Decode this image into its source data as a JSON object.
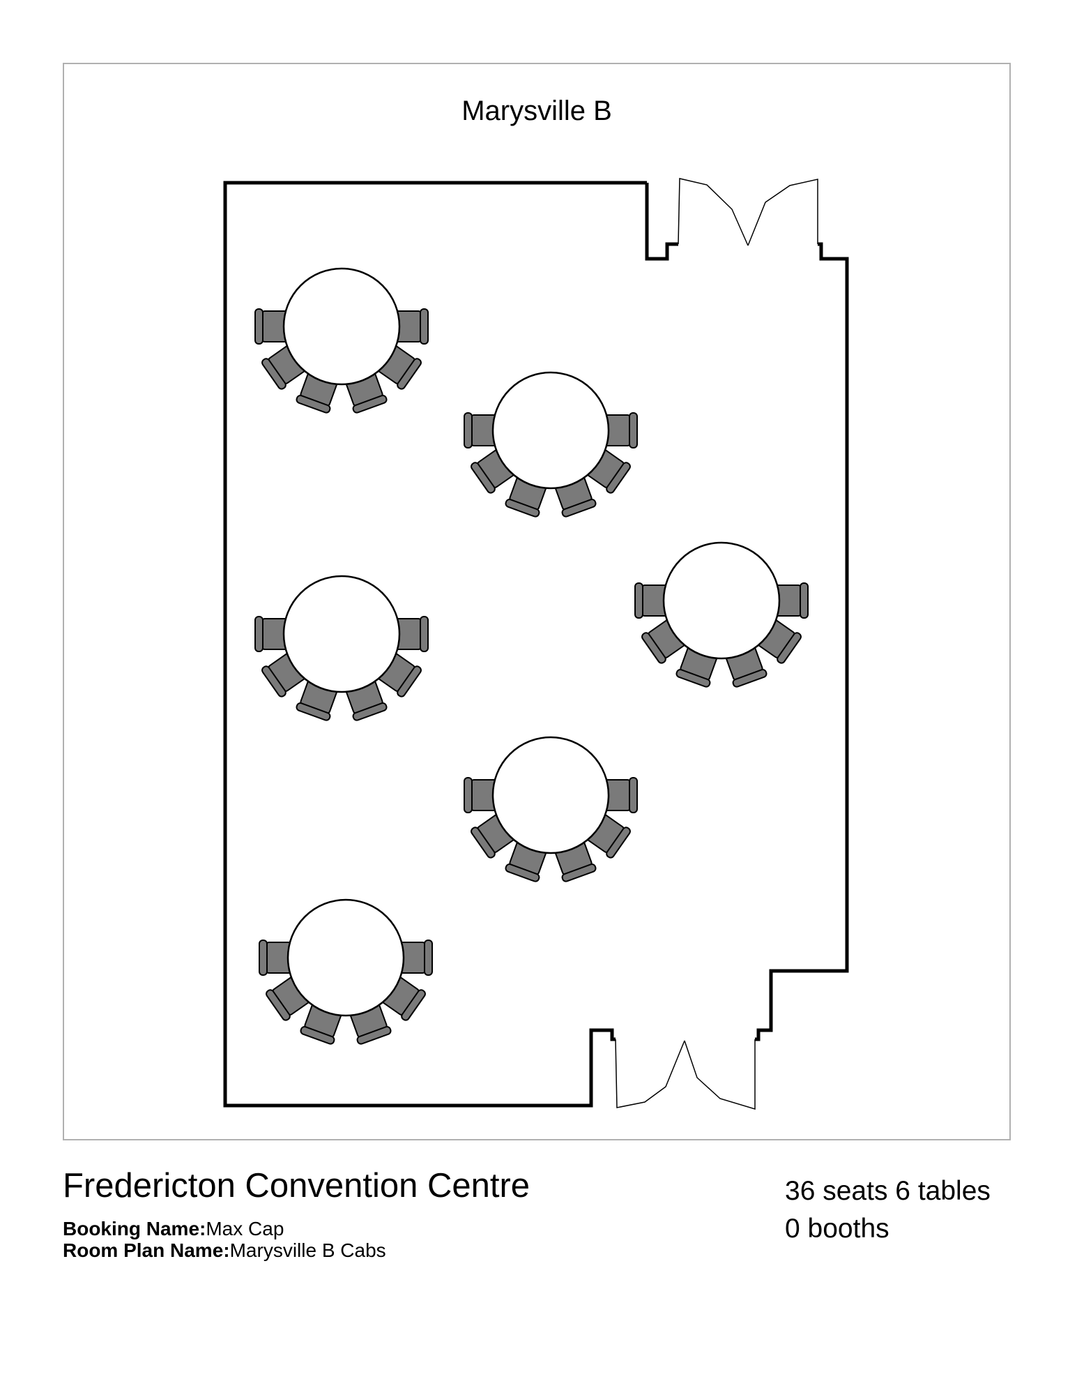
{
  "room": {
    "name": "Marysville B"
  },
  "footer": {
    "venue": "Fredericton Convention Centre",
    "booking_label": "Booking Name:",
    "booking_value": "Max Cap",
    "plan_label": "Room Plan Name:",
    "plan_value": "Marysville B Cabs",
    "seats": "36",
    "seats_word": "seats",
    "tables": "6",
    "tables_word": "tables",
    "booths": "0",
    "booths_word": "booths"
  },
  "colors": {
    "chair_fill": "#7a7a7a",
    "frame": "#b0b0b0",
    "wall": "#000000",
    "table_fill": "#ffffff"
  },
  "tables": [
    {
      "id": "table-1",
      "seats": 6,
      "icon": "round-table"
    },
    {
      "id": "table-2",
      "seats": 6,
      "icon": "round-table"
    },
    {
      "id": "table-3",
      "seats": 6,
      "icon": "round-table"
    },
    {
      "id": "table-4",
      "seats": 6,
      "icon": "round-table"
    },
    {
      "id": "table-5",
      "seats": 6,
      "icon": "round-table"
    },
    {
      "id": "table-6",
      "seats": 6,
      "icon": "round-table"
    }
  ]
}
